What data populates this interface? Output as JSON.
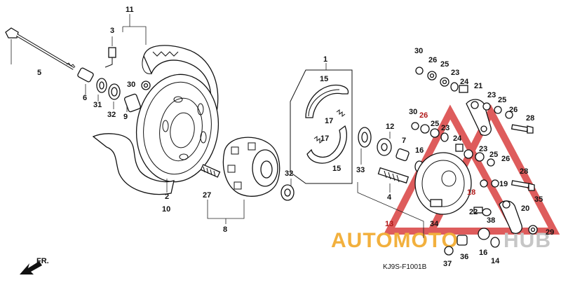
{
  "diagram": {
    "code": "KJ9S-F1001B",
    "direction_label": "FR.",
    "watermark": {
      "part1": "AUTOMOTO",
      "part2": "HUB",
      "color1": "#f0a31c",
      "color2": "#bdbdbd",
      "triangle_color": "#d94040"
    },
    "labels": {
      "p1": "1",
      "p2": "2",
      "p3": "3",
      "p4": "4",
      "p5": "5",
      "p6": "6",
      "p7": "7",
      "p8": "8",
      "p9": "9",
      "p10": "10",
      "p11": "11",
      "p12": "12",
      "p13": "13",
      "p14": "14",
      "p15a": "15",
      "p15b": "15",
      "p16a": "16",
      "p16b": "16",
      "p17a": "17",
      "p17b": "17",
      "p18": "18",
      "p19": "19",
      "p20": "20",
      "p21": "21",
      "p22": "22",
      "p23a": "23",
      "p23b": "23",
      "p23c": "23",
      "p23d": "23",
      "p24a": "24",
      "p24b": "24",
      "p25a": "25",
      "p25b": "25",
      "p25c": "25",
      "p25d": "25",
      "p26a": "26",
      "p26b": "26",
      "p26c": "26",
      "p26d": "26",
      "p27": "27",
      "p28a": "28",
      "p28b": "28",
      "p29": "29",
      "p30a": "30",
      "p30b": "30",
      "p30c": "30",
      "p31": "31",
      "p32a": "32",
      "p32b": "32",
      "p33": "33",
      "p34": "34",
      "p35": "35",
      "p36": "36",
      "p37": "37",
      "p38": "38"
    }
  }
}
